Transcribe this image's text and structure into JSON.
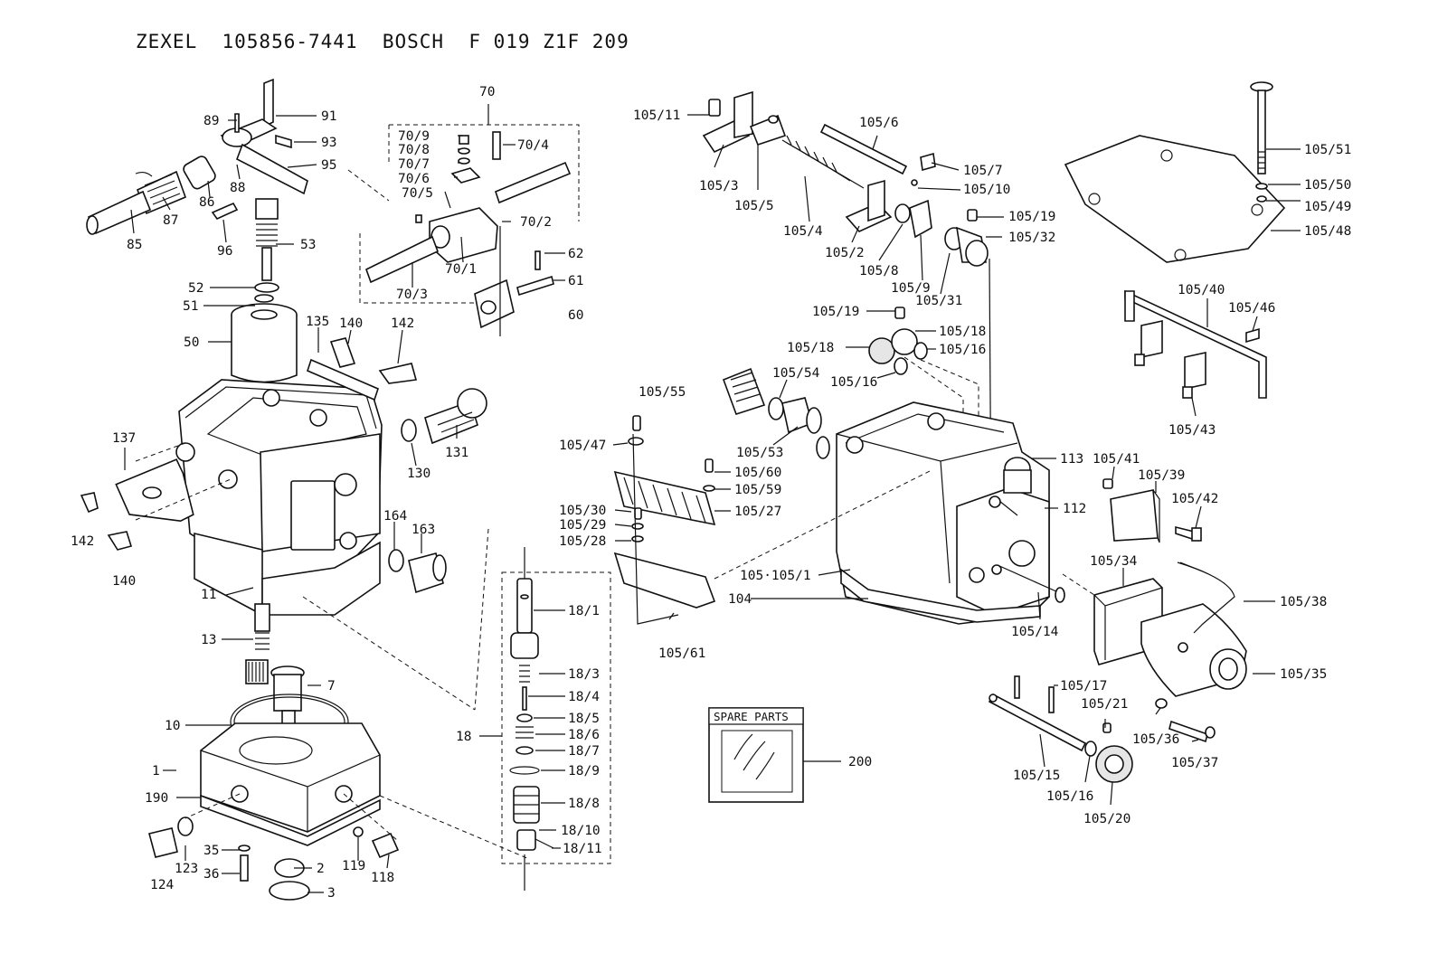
{
  "header": {
    "title": "ZEXEL  105856-7441  BOSCH  F 019 Z1F 209"
  },
  "spare_parts_box": {
    "label": "SPARE PARTS",
    "part_no": "200"
  },
  "callouts": {
    "c70": "70",
    "c70_9": "70/9",
    "c70_8": "70/8",
    "c70_7": "70/7",
    "c70_6": "70/6",
    "c70_5": "70/5",
    "c70_4": "70/4",
    "c70_2": "70/2",
    "c70_1": "70/1",
    "c70_3": "70/3",
    "c89": "89",
    "c91": "91",
    "c93": "93",
    "c95": "95",
    "c86": "86",
    "c88": "88",
    "c87": "87",
    "c85": "85",
    "c96": "96",
    "c53": "53",
    "c52": "52",
    "c51": "51",
    "c50": "50",
    "c62": "62",
    "c61": "61",
    "c60": "60",
    "c135": "135",
    "c140a": "140",
    "c142a": "142",
    "c137": "137",
    "c142b": "142",
    "c140b": "140",
    "c130": "130",
    "c131": "131",
    "c164": "164",
    "c163": "163",
    "c11": "11",
    "c13": "13",
    "c7": "7",
    "c10": "10",
    "c1": "1",
    "c190": "190",
    "c35": "35",
    "c36": "36",
    "c124": "124",
    "c123": "123",
    "c2": "2",
    "c3": "3",
    "c119": "119",
    "c118": "118",
    "c18": "18",
    "c18_1": "18/1",
    "c18_3": "18/3",
    "c18_4": "18/4",
    "c18_5": "18/5",
    "c18_6": "18/6",
    "c18_7": "18/7",
    "c18_9": "18/9",
    "c18_8": "18/8",
    "c18_10": "18/10",
    "c18_11": "18/11",
    "c105_11": "105/11",
    "c105_3": "105/3",
    "c105_5": "105/5",
    "c105_6": "105/6",
    "c105_7": "105/7",
    "c105_10": "105/10",
    "c105_4": "105/4",
    "c105_2": "105/2",
    "c105_8": "105/8",
    "c105_9": "105/9",
    "c105_19a": "105/19",
    "c105_32": "105/32",
    "c105_31": "105/31",
    "c105_19b": "105/19",
    "c105_18a": "105/18",
    "c105_18b": "105/18",
    "c105_16a": "105/16",
    "c105_16b": "105/16",
    "c105_54": "105/54",
    "c105_55": "105/55",
    "c105_53": "105/53",
    "c105_47": "105/47",
    "c105_60": "105/60",
    "c105_59": "105/59",
    "c105_27": "105/27",
    "c105_30": "105/30",
    "c105_29": "105/29",
    "c105_28": "105/28",
    "c105_61": "105/61",
    "c105_1": "105·105/1",
    "c104": "104",
    "c113": "113",
    "c112": "112",
    "c105_14": "105/14",
    "c105_41": "105/41",
    "c105_39": "105/39",
    "c105_42": "105/42",
    "c105_34": "105/34",
    "c105_38": "105/38",
    "c105_35": "105/35",
    "c105_36": "105/36",
    "c105_37": "105/37",
    "c105_17": "105/17",
    "c105_21": "105/21",
    "c105_15": "105/15",
    "c105_16c": "105/16",
    "c105_20": "105/20",
    "c105_51": "105/51",
    "c105_50": "105/50",
    "c105_49": "105/49",
    "c105_48": "105/48",
    "c105_40": "105/40",
    "c105_46": "105/46",
    "c105_43": "105/43"
  }
}
